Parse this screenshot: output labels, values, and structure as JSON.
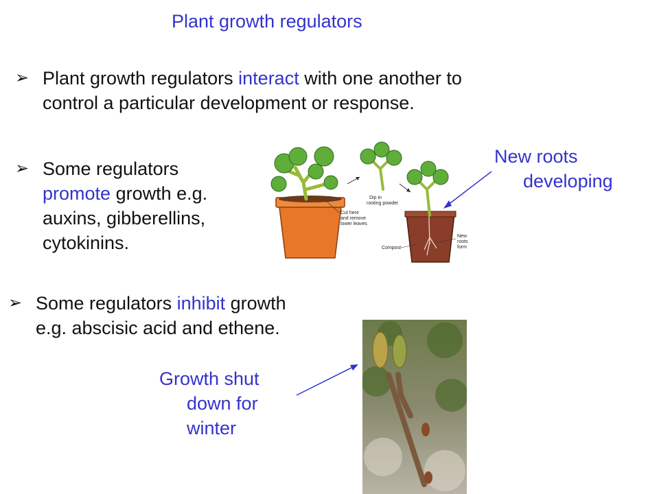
{
  "title": "Plant growth regulators",
  "bullets": {
    "b1": {
      "pre": "Plant growth regulators ",
      "hl": "interact",
      "post": " with one another to",
      "line2": "control a particular development  or response."
    },
    "b2": {
      "line1": "Some regulators",
      "hl": "promote",
      "post": " growth e.g.",
      "line3": "auxins, gibberellins,",
      "line4": "cytokinins."
    },
    "b3": {
      "pre": "Some regulators ",
      "hl": "inhibit",
      "post": " growth",
      "line2": "e.g. abscisic acid and ethene."
    }
  },
  "captions": {
    "roots": {
      "line1": "New roots",
      "line2": "developing"
    },
    "winter": {
      "line1": "Growth shut",
      "line2": "down for",
      "line3": "winter"
    }
  },
  "figure_labels": {
    "cut": [
      "Cut here",
      "and remove",
      "lower leaves"
    ],
    "dip": [
      "Dip in",
      "rooting powder"
    ],
    "compost": "Compost",
    "roots": [
      "New",
      "roots",
      "form"
    ]
  },
  "icons": {
    "bullet": "arrowhead-bullet-icon"
  },
  "colors": {
    "accent": "#3333cc",
    "text": "#111111"
  }
}
